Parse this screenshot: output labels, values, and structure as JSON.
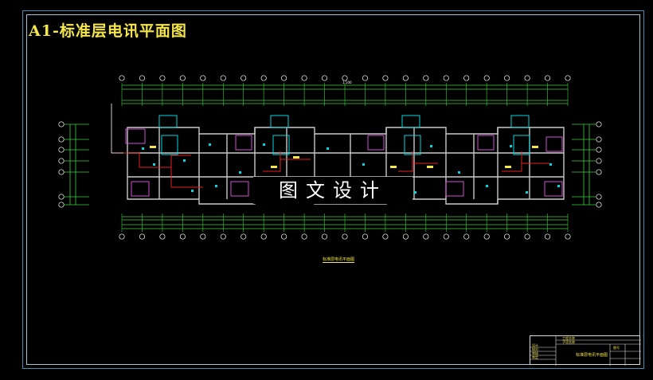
{
  "sheet": {
    "title": "A1-标准层电讯平面图",
    "watermark": "图文设计",
    "plan_caption": "标准层电讯平面图",
    "scale": "1:100",
    "title_block": {
      "drawing_title": "标准层电讯平面图",
      "rows": [
        "工程名称",
        "子项名称",
        "图号",
        "设计",
        "校对",
        "审核",
        "审定"
      ]
    }
  },
  "colors": {
    "frame_outer": "#3d8fb0",
    "frame_inner": "#9fc7d6",
    "wall": "#c9c9c9",
    "dimension": "#3cd13c",
    "axis_bubble": "#ffffff",
    "wiring": "#e02020",
    "device": "#00d7e0",
    "accent_magenta": "#d44cd4",
    "text_yellow": "#f5e64a"
  }
}
